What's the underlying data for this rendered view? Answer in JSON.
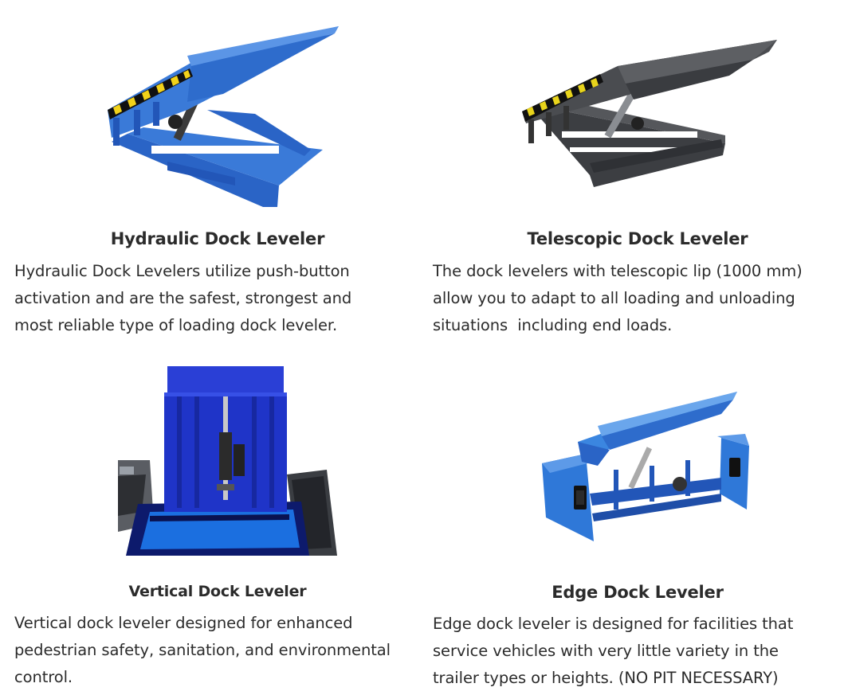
{
  "products": [
    {
      "id": "hydraulic",
      "title": "Hydraulic Dock Leveler",
      "description_lines": [
        "Hydraulic Dock Levelers utilize push-button",
        "activation and are the safest, strongest and",
        "most reliable type of loading dock leveler."
      ],
      "color": "#2f6fd0"
    },
    {
      "id": "telescopic",
      "title": "Telescopic Dock Leveler",
      "description_lines": [
        "The dock levelers with telescopic lip (1000 mm)",
        "allow you to adapt to all loading and unloading",
        "situations  including end loads."
      ],
      "color": "#4a4c50"
    },
    {
      "id": "vertical",
      "title": "Vertical Dock Leveler",
      "description_lines": [
        "Vertical dock leveler designed for enhanced",
        "pedestrian safety, sanitation, and environmental",
        "control."
      ],
      "color": "#1f3fd8"
    },
    {
      "id": "edge",
      "title": "Edge Dock Leveler",
      "description_lines": [
        "Edge dock leveler is designed for facilities that",
        "service vehicles with very little variety in the",
        "trailer types or heights. (NO PIT NECESSARY)"
      ],
      "color": "#2f78d8"
    }
  ]
}
